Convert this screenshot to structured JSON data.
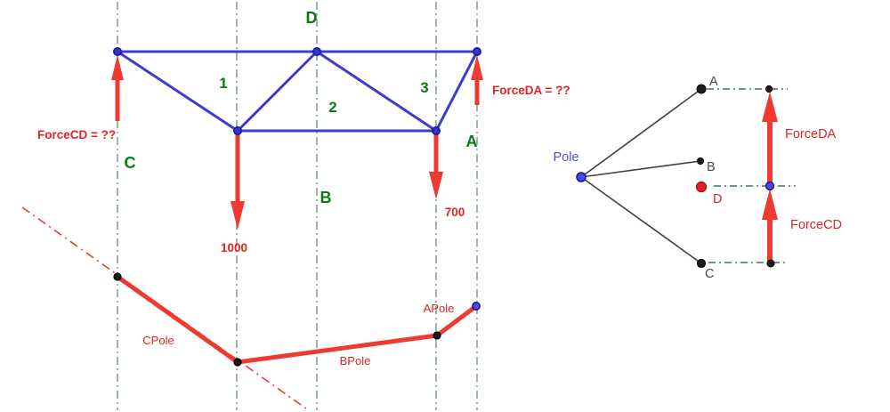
{
  "colors": {
    "truss_blue": "#3c3cd2",
    "node_blue_fill": "#3434c8",
    "node_blue_stroke": "#15159a",
    "red": "#ee3a30",
    "red_text": "#e02424",
    "green_label": "#0a7a14",
    "guide_green": "#6e9884",
    "gray_line": "#3f3f3f",
    "gray_text": "#4a4a4a",
    "pole_blue_text": "#5050e0",
    "point_black": "#1c1c1c",
    "point_red_fill": "#e02020",
    "point_red_stroke": "#a81010",
    "point_blue_fill": "#4a4ae0"
  },
  "truss": {
    "node_d_label": "D",
    "panel1_label": "1",
    "panel2_label": "2",
    "panel3_label": "3",
    "support_c_label": "C",
    "support_a_label": "A",
    "mid_b_label": "B",
    "force_cd_label": "ForceCD = ??",
    "force_da_label": "ForceDA = ??",
    "load_b_value": "1000",
    "load_a_value": "700"
  },
  "funicular": {
    "cpole_label": "CPole",
    "bpole_label": "BPole",
    "apole_label": "APole"
  },
  "force_polygon": {
    "pole_label": "Pole",
    "point_a_label": "A",
    "point_b_label": "B",
    "point_c_label": "C",
    "point_d_label": "D",
    "force_da_label": "ForceDA",
    "force_cd_label": "ForceCD"
  }
}
